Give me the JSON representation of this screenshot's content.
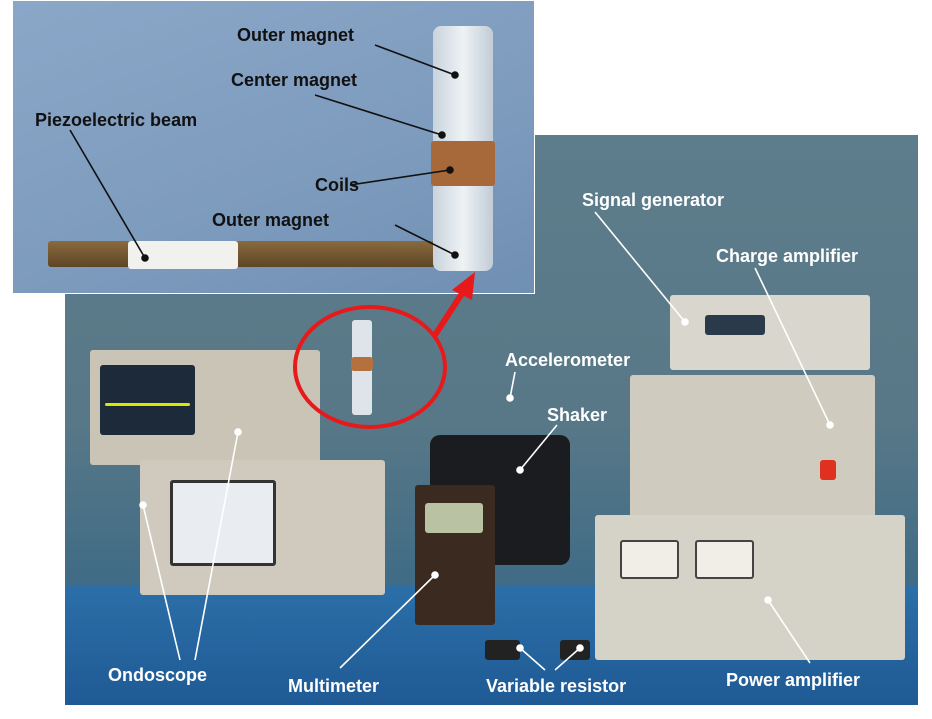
{
  "inset_labels": {
    "outer_magnet_top": "Outer magnet",
    "center_magnet": "Center magnet",
    "piezo_beam": "Piezoelectric beam",
    "coils": "Coils",
    "outer_magnet_bottom": "Outer magnet"
  },
  "main_labels": {
    "signal_generator": "Signal generator",
    "charge_amplifier": "Charge amplifier",
    "accelerometer": "Accelerometer",
    "shaker": "Shaker",
    "ondoscope": "Ondoscope",
    "multimeter": "Multimeter",
    "variable_resistor": "Variable resistor",
    "power_amplifier": "Power amplifier"
  },
  "colors": {
    "highlight": "#e8191a",
    "label_dark": "#111111",
    "label_light": "#ffffff"
  }
}
